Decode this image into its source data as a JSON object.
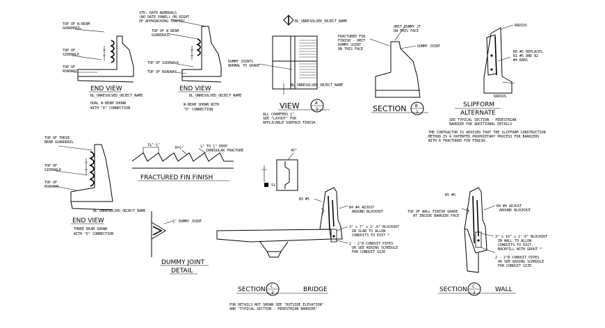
{
  "end_view_1": {
    "title": "END VIEW",
    "subtitle": "BL_UNRESOLVED_OBJECT_NAME",
    "caption1": "DUAL W-BEAM SHOWN",
    "caption2": "WITH \"D\" CONNECTION",
    "labels": [
      "TOP OF W-BEAM",
      "GUARDRAIL",
      "TOP OF",
      "SIDEWALK",
      "TOP OF",
      "ROADWAY"
    ]
  },
  "end_view_2": {
    "title": "END VIEW",
    "subtitle": "BL_UNRESOLVED_OBJECT_NAME",
    "caption1": "W-BEAM SHOWN WITH",
    "caption2": "\"D\" CONNECTION",
    "notes": [
      "STD. DATE NUMERALS",
      "(NO DATE PANEL) ON RIGHT",
      "OF APPROACHING TRAFFIC"
    ],
    "labels": [
      "TOP OF W-BEAM",
      "GUARDRAIL",
      "TOP OF SIDEWALK",
      "TOP OF ROADWAY"
    ]
  },
  "view_a": {
    "title": "VIEW",
    "marker_letter": "A",
    "marker_number": "1",
    "top_label": "BL_UNRESOLVED_OBJECT_NAME",
    "bottom_label": "BL_UNRESOLVED_OBJECT_NAME",
    "joint_note": [
      "DUMMY JOINTS",
      "NORMAL TO GRADE"
    ],
    "notes": [
      "ALL CHAMFERS ¾\".",
      "SEE \"LAYOUT\" FOR",
      "APPLICABLE SURFACE FINISH."
    ]
  },
  "section_b": {
    "title": "SECTION",
    "marker_letter": "B",
    "marker_number": "1",
    "left_note": [
      "FRACTURED FIN",
      "FINISH - OMIT",
      "DUMMY JOINT",
      "ON THIS FACE"
    ],
    "top_note": [
      "OMIT DUMMY JT.",
      "ON THIS FACE"
    ],
    "joint_label": "DUMMY JOINT"
  },
  "slipform": {
    "title1": "SLIPFORM",
    "title2": "ALTERNATE",
    "radius_top": "RADIUS",
    "radius_bottom": "RADIUS",
    "bars_note": [
      "B6 #5 REPLACES",
      "B1 #5 AND B2",
      "#4 BARS"
    ],
    "notes": [
      "SEE TYPICAL SECTION - PEDESTRIAN",
      "BARRIER FOR ADDITIONAL DETAILS"
    ],
    "contractor_note": [
      "THE CONTRACTOR IS ADVISED THAT THE SLIPFORM CONSTRUCTION",
      "METHOD IS A PATENTED PROPRIETARY PROCESS FOR BARRIERS",
      "WITH A FRACTURED FIN FINISH."
    ]
  },
  "end_view_3": {
    "title": "END VIEW",
    "subtitle": "BL_UNRESOLVED_OBJECT_NAME",
    "caption1": "THREE BEAM SHOWN",
    "caption2": "WITH \"D\" CONNECTION",
    "labels": [
      "TOP OF THRIE",
      "BEAM GUARDRAIL",
      "TOP OF",
      "SIDEWALK",
      "TOP OF",
      "ROADWAY"
    ]
  },
  "fractured_fin": {
    "title": "FRACTURED FIN FINISH",
    "dim_top": "1⅝\"\\u00b7⅝\"",
    "radius": "R=⅞\"",
    "depth_note": [
      "⅞\" TO ¾\" DEEP",
      "IRREGULAR FRACTURE"
    ]
  },
  "dummy_joint": {
    "title1": "DUMMY JOINT",
    "title2": "DETAIL",
    "label": "⅜\" DUMMY JOINT"
  },
  "section_bridge": {
    "title1": "SECTION",
    "title2": "BRIDGE",
    "marker_letter": "C",
    "marker_number": "2",
    "bar_label": "B3 #5",
    "adjust_note": [
      "B4 #4 ADJUST",
      "AROUND BLOCKOUT"
    ],
    "blockout_note": [
      "3\" x 7\" x 2'-0\" BLOCKOUT",
      "IN SLAB TO ALLOW",
      "CONDUITS TO EXIT *"
    ],
    "conduit_note": [
      "2 - 2\"Ø CONDUIT PIPES",
      "OR SEE WIRING SCHEDULE",
      "FOR CONDUIT SIZE"
    ],
    "footer_note": [
      "FOR DETAILS NOT SHOWN SEE \"OUTSIDE ELEVATION\"",
      "AND \"TYPICAL SECTION - PEDESTRIAN BARRIER\""
    ]
  },
  "section_wall": {
    "title1": "SECTION",
    "title2": "WALL",
    "marker_letter": "C",
    "marker_number": "2",
    "bar_label": "R5 #5",
    "grade_note": [
      "TOP OF WALL FINISH GRADE",
      "AT INSIDE BARRIER FACE"
    ],
    "adjust_note": [
      "R4 #4 ADJUST",
      "AROUND BLOCKOUT"
    ],
    "blockout_note": [
      "3\" x 10\" x 2'-0\" BLOCKOUT",
      "IN WALL TO ALLOW",
      "CONDUITS TO EXIT.",
      "BACKFILL WITH GROUT *"
    ],
    "conduit_note": [
      "2 - 2\"Ø CONDUIT PIPES",
      "OR SEE WIRING SCHEDULE",
      "FOR CONDUIT SIZE"
    ]
  },
  "misc": {
    "small_label_s1": "S1",
    "dim_45": "45°"
  }
}
